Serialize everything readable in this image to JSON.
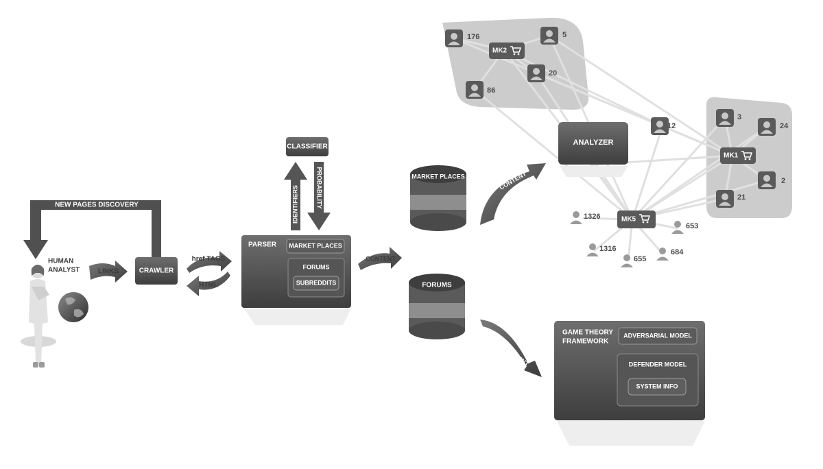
{
  "labels": {
    "new_pages_discovery": "NEW PAGES DISCOVERY",
    "human_analyst": [
      "HUMAN",
      "ANALYST"
    ],
    "links": "LINKS",
    "crawler": "CRAWLER",
    "href_tags": "href TAGS",
    "html": "HTML",
    "classifier": "CLASSIFIER",
    "identifiers": "IDENTIFIERS",
    "probability": "PROBABILITY",
    "parser": "PARSER",
    "market_places_box": "MARKET PLACES",
    "forums_box": "FORUMS",
    "subreddits": "SUBREDDITS",
    "content_parser": "CONTENT",
    "db_market_places": "MARKET PLACES",
    "db_forums": "FORUMS",
    "content_upper": "CONTENT",
    "content_lower": "CONTENT",
    "analyzer": "ANALYZER",
    "game_theory_framework": [
      "GAME THEORY",
      "FRAMEWORK"
    ],
    "adversarial_model": "ADVERSARIAL MODEL",
    "defender_model": "DEFENDER MODEL",
    "system_info": "SYSTEM INFO"
  },
  "network": {
    "markets": [
      "MK2",
      "MK1",
      "MK5"
    ],
    "mk2_users": [
      "176",
      "5",
      "20",
      "86"
    ],
    "mk1_users": [
      "3",
      "24",
      "2",
      "21"
    ],
    "bridge_user": "12",
    "mk5_users": [
      "1326",
      "653",
      "1316",
      "655",
      "684"
    ]
  },
  "colors": {
    "box": "#4f4f4f",
    "cluster": "#cccccc",
    "edge": "#e2e2e2",
    "arrow": "#4e4e4e",
    "person": "#888888"
  }
}
